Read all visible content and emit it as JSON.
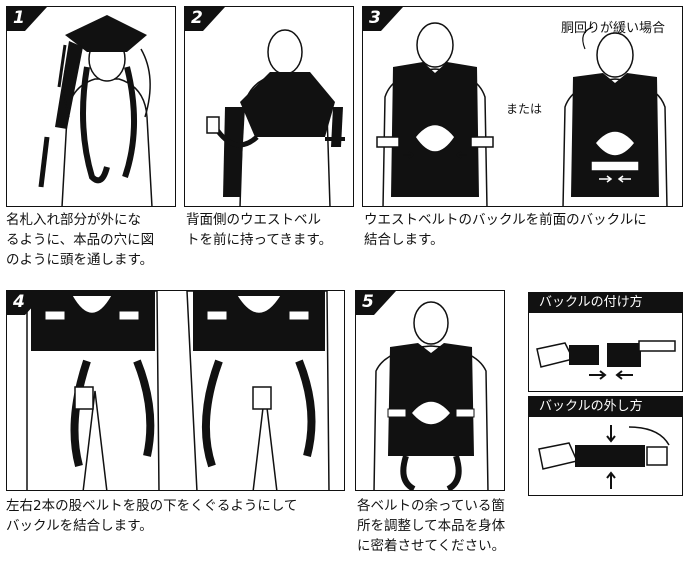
{
  "steps": [
    {
      "number": "1",
      "caption": [
        "名札入れ部分が外にな",
        "るように、本品の穴に図",
        "のように頭を通します。"
      ]
    },
    {
      "number": "2",
      "caption": [
        "背面側のウエストベル",
        "トを前に持ってきます。"
      ]
    },
    {
      "number": "3",
      "caption": [
        "ウエストベルトのバックルを前面のバックルに",
        "結合します。"
      ],
      "loose_label": "胴回りが緩い場合",
      "or_label": "または"
    },
    {
      "number": "4",
      "caption": [
        "左右2本の股ベルトを股の下をくぐるようにして",
        "バックルを結合します。"
      ]
    },
    {
      "number": "5",
      "caption": [
        "各ベルトの余っている箇",
        "所を調整して本品を身体",
        "に密着させてください。"
      ]
    }
  ],
  "buckle_attach": {
    "title": "バックルの付け方"
  },
  "buckle_detach": {
    "title": "バックルの外し方"
  }
}
